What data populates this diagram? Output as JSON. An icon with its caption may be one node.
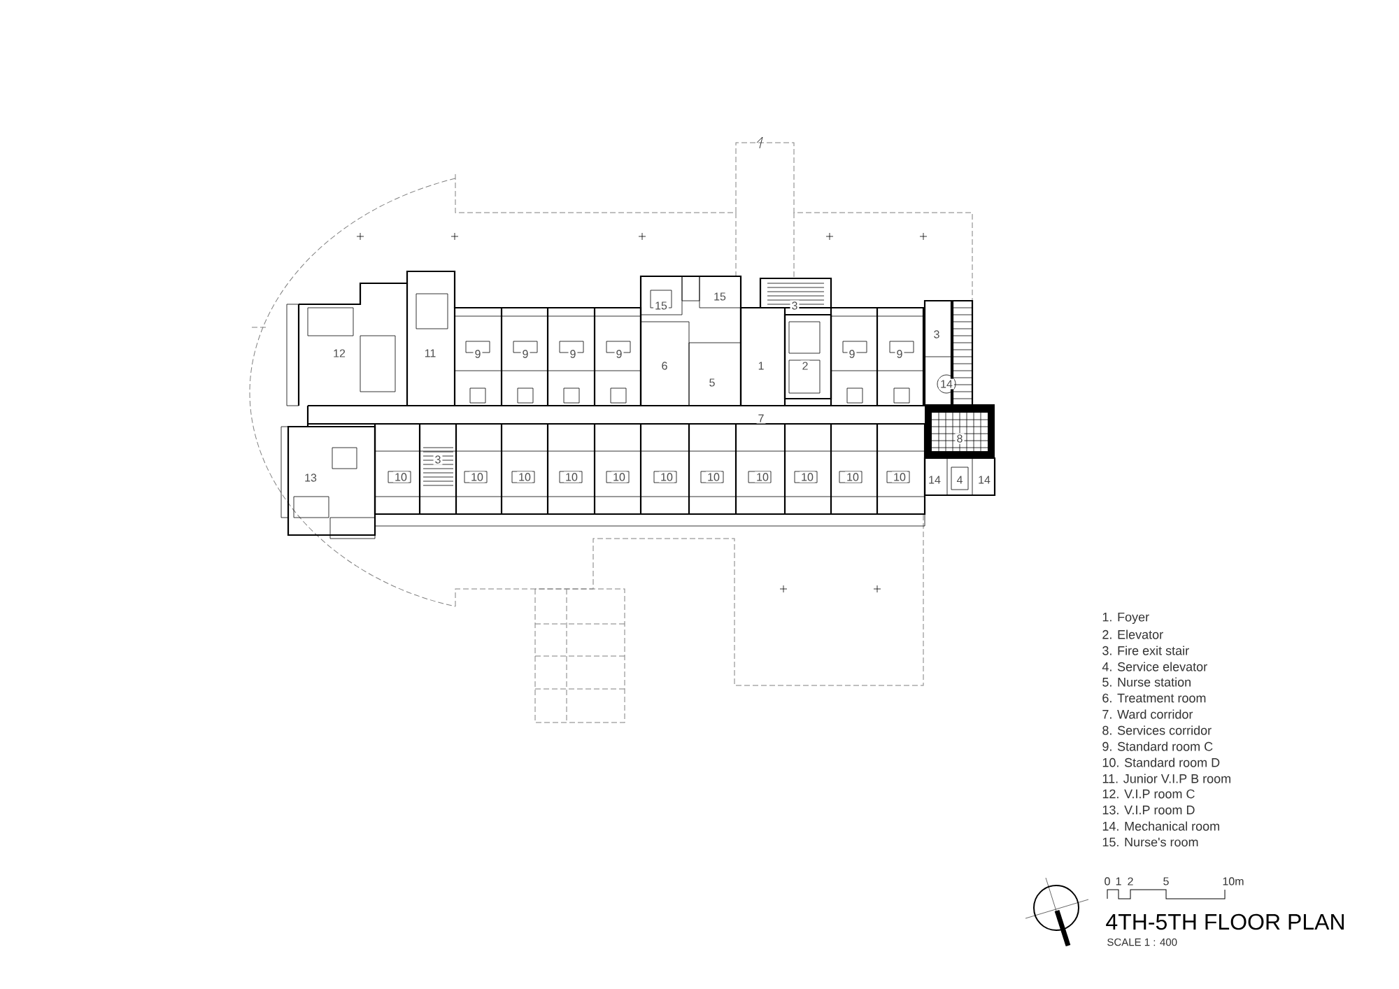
{
  "diagram": {
    "title": "4TH-5TH FLOOR PLAN",
    "caption": "SCALE 1 : 400",
    "labels": [
      "15",
      "15",
      "3",
      "3",
      "12",
      "11",
      "9",
      "9",
      "9",
      "9",
      "6",
      "1",
      "2",
      "9",
      "9",
      "5",
      "14",
      "7",
      "8",
      "3",
      "13",
      "10",
      "10",
      "10",
      "10",
      "10",
      "10",
      "10",
      "10",
      "10",
      "10",
      "10",
      "14",
      "4",
      "14",
      "1. Foyer",
      "2. Elevator",
      "3. Fire exit stair",
      "4. Service elevator",
      "5. Nurse station",
      "6. Treatment room",
      "7. Ward corridor",
      "8. Services corridor",
      "9. Standard room C",
      "10. Standard room D",
      "11. Junior V.I.P B room",
      "12. V.I.P room C",
      "13. V.I.P room D",
      "14. Mechanical room",
      "15. Nurse's room",
      "0",
      "1",
      "2",
      "5",
      "10m"
    ]
  }
}
